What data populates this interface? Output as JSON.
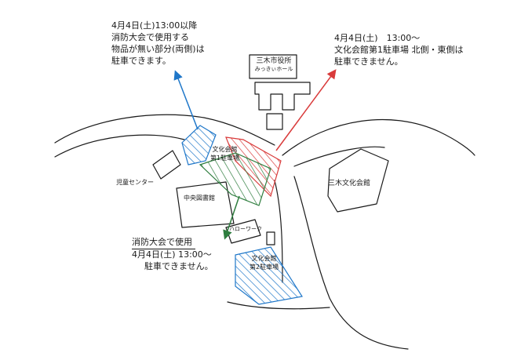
{
  "annotations": {
    "top_left": {
      "line1": "4月4日(土)13:00以降",
      "line2": "消防大会で使用する",
      "line3": "物品が無い部分(両側)は",
      "line4": "駐車できます。"
    },
    "top_right": {
      "line1": "4月4日(土)　13:00～",
      "line2": "文化会館第1駐車場 北側・東側は",
      "line3": "駐車できません。"
    },
    "bottom": {
      "line1": "消防大会で使用",
      "line2": "4月4日(土) 13:00～",
      "line3": "駐車できません。"
    }
  },
  "places": {
    "city_hall": "三木市役所",
    "mikki_hall": "みっきぃホール",
    "bunka_kaikan": "三木文化会館",
    "parking_1_a": "文化会館",
    "parking_1_b": "第1駐車場",
    "parking_2_a": "文化会館",
    "parking_2_b": "第2駐車場",
    "children_center": "児童センター",
    "central_library": "中央図書館",
    "hello_work": "ハローワーク"
  },
  "colors": {
    "blue_zone": "#1f77c9",
    "red_zone": "#d93b3b",
    "green_zone": "#2e7d3e",
    "ink": "#1a1a1a"
  }
}
